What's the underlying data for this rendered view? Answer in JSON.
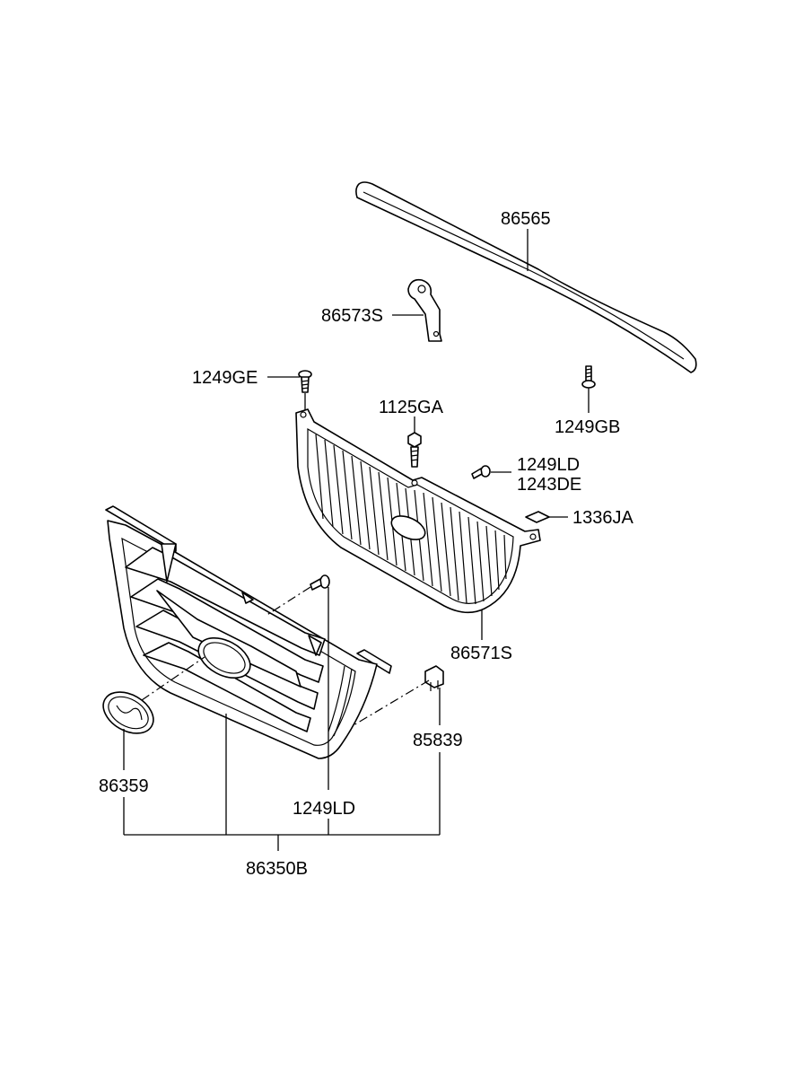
{
  "labels": {
    "bar_strip": "86565",
    "bracket": "86573S",
    "screw_left_top": "1249GE",
    "bolt_center": "1125GA",
    "screw_right_top": "1249GB",
    "screw_mid_a": "1249LD",
    "screw_mid_b": "1243DE",
    "clip_small": "1336JA",
    "inner_grille": "86571S",
    "clip_side": "85839",
    "emblem": "86359",
    "screw_lower": "1249LD",
    "grille_assy": "86350B"
  }
}
